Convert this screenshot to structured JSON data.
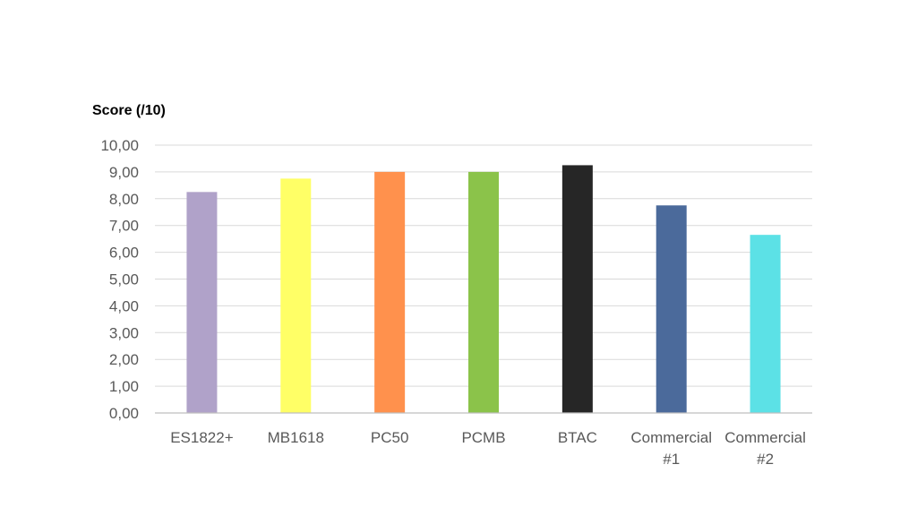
{
  "chart_data": {
    "type": "bar",
    "ylabel": "Score (/10)",
    "ylim": [
      0,
      10
    ],
    "yticks": [
      "0,00",
      "1,00",
      "2,00",
      "3,00",
      "4,00",
      "5,00",
      "6,00",
      "7,00",
      "8,00",
      "9,00",
      "10,00"
    ],
    "categories": [
      [
        "ES1822+"
      ],
      [
        "MB1618"
      ],
      [
        "PC50"
      ],
      [
        "PCMB"
      ],
      [
        "BTAC"
      ],
      [
        "Commercial",
        "#1"
      ],
      [
        "Commercial",
        "#2"
      ]
    ],
    "values": [
      8.25,
      8.75,
      9.0,
      9.0,
      9.25,
      7.75,
      6.65
    ],
    "colors": [
      "#b0a2c9",
      "#ffff66",
      "#ff914d",
      "#8bc34a",
      "#262626",
      "#4b6a9b",
      "#5ce1e6"
    ],
    "grid": true,
    "legend": "none"
  }
}
